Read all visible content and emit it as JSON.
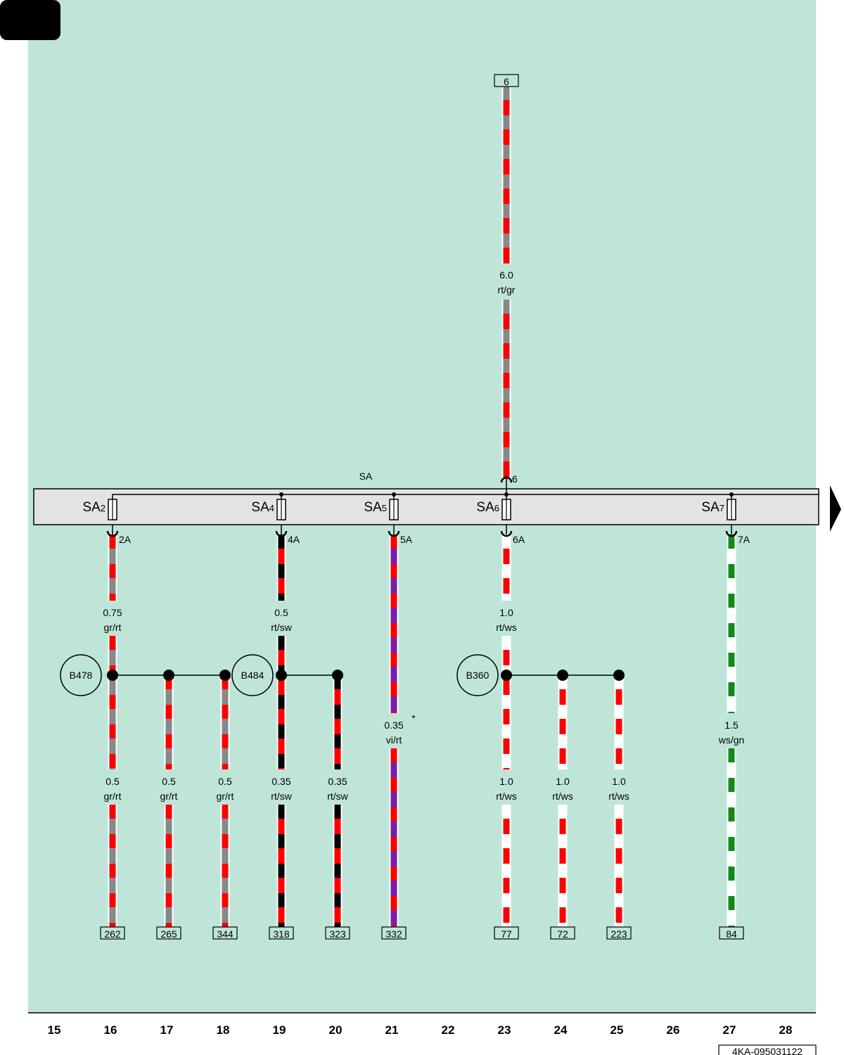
{
  "colors": {
    "panel_bg": "#bfe5d9",
    "bar_fill": "#e3e3e3",
    "rt": "#ff0000",
    "gr": "#888888",
    "sw": "#000000",
    "ws": "#ffffff",
    "vi": "#7a1fa8",
    "gn": "#108a1a"
  },
  "top_connector": {
    "label": "6",
    "wire_size": "6.0",
    "wire_color": "rt/gr",
    "terminal_label": "6"
  },
  "fuse_bar": {
    "label": "SA",
    "fuses": [
      {
        "name": "SA",
        "sub": "2",
        "rating": "2A"
      },
      {
        "name": "SA",
        "sub": "4",
        "rating": "4A"
      },
      {
        "name": "SA",
        "sub": "5",
        "rating": "5A"
      },
      {
        "name": "SA",
        "sub": "6",
        "rating": "6A"
      },
      {
        "name": "SA",
        "sub": "7",
        "rating": "7A"
      }
    ]
  },
  "upper_wires": [
    {
      "size": "0.75",
      "color": "gr/rt"
    },
    {
      "size": "0.5",
      "color": "rt/sw"
    },
    {
      "size": "0.35",
      "color": "vi/rt",
      "note": "*"
    },
    {
      "size": "1.0",
      "color": "rt/ws"
    },
    {
      "size": "1.5",
      "color": "ws/gn"
    }
  ],
  "splices": [
    "B478",
    "B484",
    "B360"
  ],
  "branches": [
    {
      "size": "0.5",
      "color": "gr/rt",
      "terminal": "262"
    },
    {
      "size": "0.5",
      "color": "gr/rt",
      "terminal": "265"
    },
    {
      "size": "0.5",
      "color": "gr/rt",
      "terminal": "344"
    },
    {
      "size": "0.35",
      "color": "rt/sw",
      "terminal": "318"
    },
    {
      "size": "0.35",
      "color": "rt/sw",
      "terminal": "323"
    },
    {
      "size": "1.0",
      "color": "rt/ws",
      "terminal": "77"
    },
    {
      "size": "1.0",
      "color": "rt/ws",
      "terminal": "72"
    },
    {
      "size": "1.0",
      "color": "rt/ws",
      "terminal": "223"
    },
    {
      "terminal": "332"
    },
    {
      "terminal": "84"
    }
  ],
  "grid_numbers": [
    "15",
    "16",
    "17",
    "18",
    "19",
    "20",
    "21",
    "22",
    "23",
    "24",
    "25",
    "26",
    "27",
    "28"
  ],
  "document_code": "4KA-095031122"
}
